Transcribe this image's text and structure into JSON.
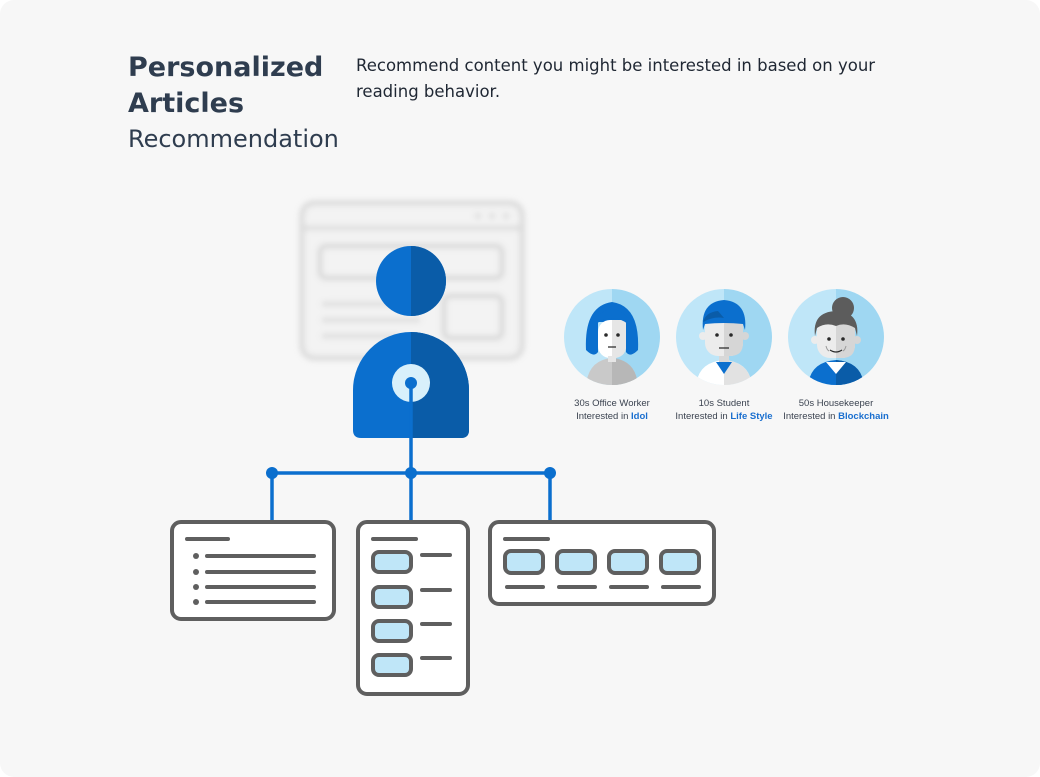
{
  "header": {
    "title_line1": "Personalized",
    "title_line2": "Articles",
    "title_line3": "Recommendation",
    "description": "Recommend content you might be interested in based on your reading behavior."
  },
  "personas": [
    {
      "role": "30s Office Worker",
      "prefix": "Interested in",
      "interest": "Idol"
    },
    {
      "role": "10s Student",
      "prefix": "Interested in",
      "interest": "Life Style"
    },
    {
      "role": "50s Housekeeper",
      "prefix": "Interested in",
      "interest": "Blockchain"
    }
  ],
  "colors": {
    "brand_blue": "#0b6fce",
    "dark_blue": "#0a5ca8",
    "light_blue": "#bfe6f8",
    "outline_gray": "#5f5f5f",
    "title": "#2f3d4f"
  }
}
